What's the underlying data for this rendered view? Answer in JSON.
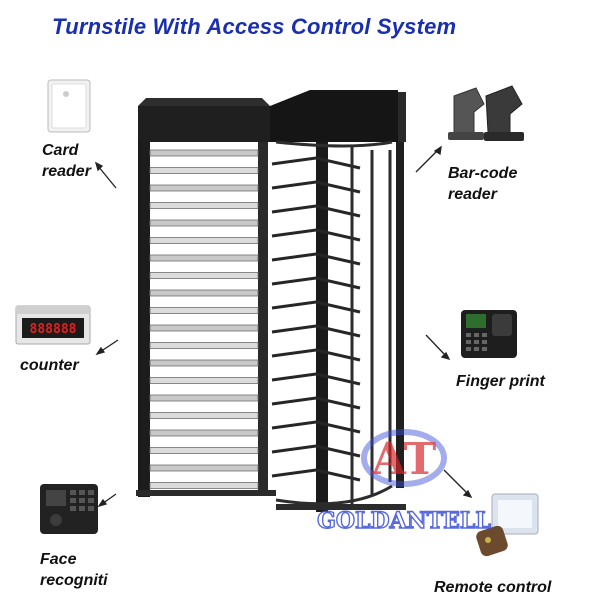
{
  "title": "Turnstile With Access Control System",
  "labels": {
    "card_reader_line1": "Card",
    "card_reader_line2": "reader",
    "barcode_line1": "Bar-code",
    "barcode_line2": "reader",
    "counter": "counter",
    "finger_print": "Finger print",
    "face_line1": "Face",
    "face_line2": "recogniti",
    "remote": "Remote control"
  },
  "watermark": "GOLDANTELL",
  "counter_display": "888888",
  "colors": {
    "title": "#1a2fb0",
    "frame": "#1c1c1c",
    "watermark_blue": "#3b4fd8",
    "watermark_red": "#d8262a",
    "counter_digits": "#e02020"
  }
}
